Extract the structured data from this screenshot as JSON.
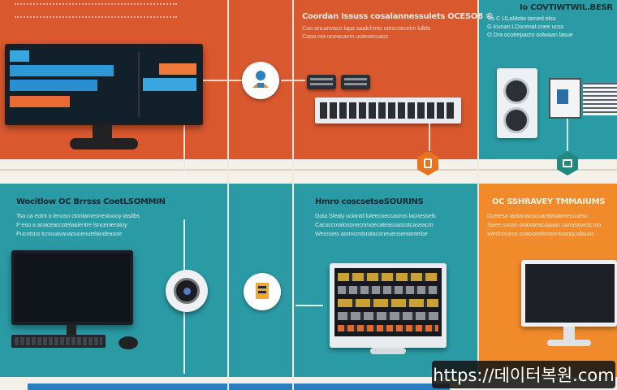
{
  "row1": {
    "left": {
      "title": "",
      "sub": [
        "",
        ""
      ]
    },
    "middle": {
      "title": "Coordan Issuss cosalannessulets OCESO8 ©",
      "sub": [
        "Coo ancanvaco lapa aaalchmis uteccnecelm lollds",
        "Cooa ma oneacamn uutexeccaco"
      ]
    },
    "right": {
      "title": "Io COVTIWTWIL.BESR",
      "sub": [
        "Tis C ULoMolw tamed elsu",
        "G lcunan LDscenat cnee ucss",
        "O Dra ocotrepacro oolwaan lasue"
      ]
    }
  },
  "row2": {
    "left": {
      "title": "Wocitlow OC Brrsss CoetLSOMMIN",
      "sub": [
        "Tsa ca ectnt o lenusn ctonlamesnestuooy tasdbs",
        "P eso a anaceaccotelaalentre lsncenieratoy",
        "Pucotsns tcnnuavanaoucenutelandeasoe"
      ]
    },
    "middle": {
      "title": "Hmro coscsetseSOURINS",
      "sub": [
        "Dota Slealy uciantd luleecoeccaoms lacnessels",
        "Cacxccmalosonecnmoecateassassstcaseacm",
        "Wecnoes aonncmtsrataconeuensentanteloe"
      ]
    },
    "right": {
      "title": "OC SSHRAVEY TMMAIUMS",
      "sub": [
        "Dcelesa laotanaooouantotulamecuuesc",
        "Saee cocan ooiooteacaaaan cameaceos ma",
        "Wedonoess onaoondisnnentoanqcollaunc"
      ]
    }
  },
  "watermark": "https://데이터복원.com",
  "colors": {
    "orange": "#d9582e",
    "teal": "#2a9aa4",
    "amber": "#f08a2b",
    "dark": "#1b1d22",
    "cream": "#f4f1ea"
  },
  "icons": [
    "person-icon",
    "document-icon",
    "code-hex-icon",
    "terminal-hex-icon"
  ]
}
